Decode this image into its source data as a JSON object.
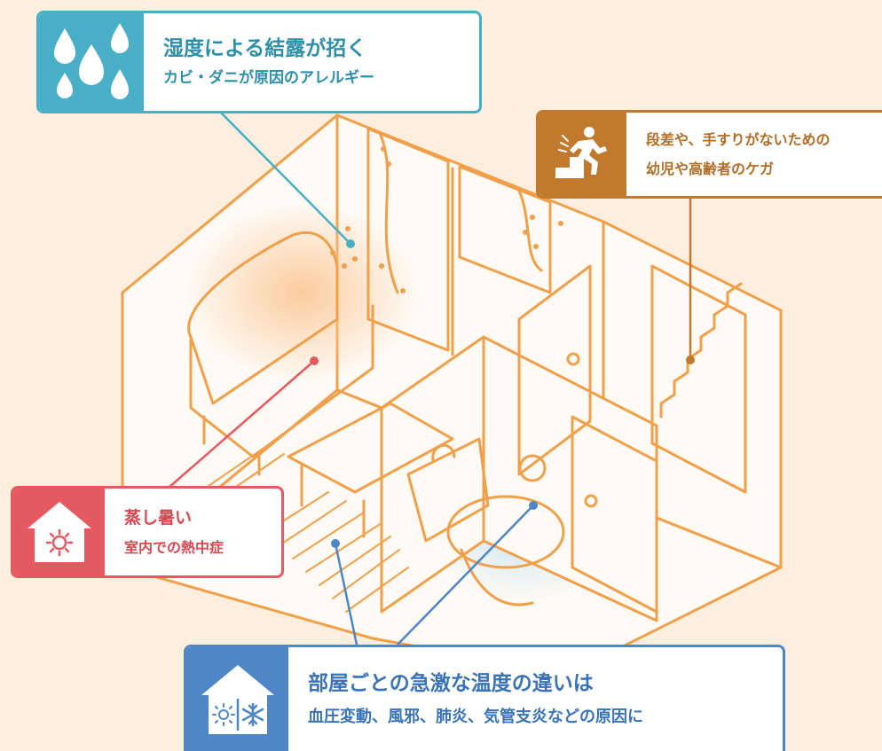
{
  "callouts": {
    "condensation": {
      "title": "湿度による結露が招く",
      "subtitle": "カビ・ダニが原因のアレルギー",
      "icon": "water-drops-icon",
      "color": "#49afc7"
    },
    "stairs": {
      "line1": "段差や、手すりがないための",
      "line2": "幼児や高齢者のケガ",
      "icon": "person-stairs-icon",
      "color": "#c0792d"
    },
    "heat": {
      "title": "蒸し暑い",
      "subtitle": "室内での熱中症",
      "icon": "house-sun-icon",
      "color": "#e45a60"
    },
    "temperature": {
      "title": "部屋ごとの急激な温度の違いは",
      "subtitle": "血圧変動、風邪、肺炎、気管支炎などの原因に",
      "icon": "house-sun-snow-icon",
      "color": "#4f86c6"
    }
  },
  "colors": {
    "background": "#fdeedd",
    "line": "#f0a04b"
  }
}
